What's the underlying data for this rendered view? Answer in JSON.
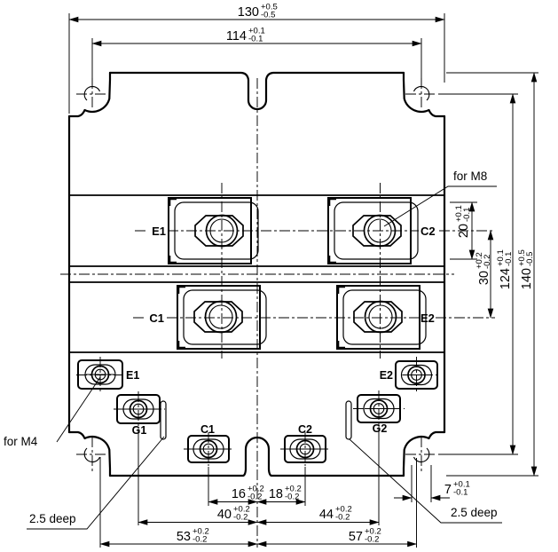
{
  "dims": {
    "d130": {
      "value": "130",
      "plus": "+0.5",
      "minus": "-0.5"
    },
    "d114": {
      "value": "114",
      "plus": "+0.1",
      "minus": "-0.1"
    },
    "d20": {
      "value": "20",
      "plus": "+0.1",
      "minus": "-0.1"
    },
    "d30": {
      "value": "30",
      "plus": "+0.2",
      "minus": "-0.2"
    },
    "d124": {
      "value": "124",
      "plus": "+0.1",
      "minus": "-0.1"
    },
    "d140": {
      "value": "140",
      "plus": "+0.5",
      "minus": "-0.5"
    },
    "d16": {
      "value": "16",
      "plus": "+0.2",
      "minus": "-0.2"
    },
    "d18": {
      "value": "18",
      "plus": "+0.2",
      "minus": "-0.2"
    },
    "d40": {
      "value": "40",
      "plus": "+0.2",
      "minus": "-0.2"
    },
    "d44": {
      "value": "44",
      "plus": "+0.2",
      "minus": "-0.2"
    },
    "d53": {
      "value": "53",
      "plus": "+0.2",
      "minus": "-0.2"
    },
    "d57": {
      "value": "57",
      "plus": "+0.2",
      "minus": "-0.2"
    },
    "d7": {
      "value": "7",
      "plus": "+0.1",
      "minus": "-0.1"
    }
  },
  "labels": {
    "main": {
      "e1": "E1",
      "c2": "C2",
      "c1": "C1",
      "e2": "E2"
    },
    "aux": {
      "e1": "E1",
      "g1": "G1",
      "c1": "C1",
      "c2": "C2",
      "g2": "G2",
      "e2": "E2"
    },
    "notes": {
      "for_m8": "for M8",
      "for_m4": "for M4",
      "deep_left": "2.5 deep",
      "deep_right": "2.5 deep"
    }
  },
  "colors": {
    "line": "#000000",
    "background": "#ffffff"
  }
}
